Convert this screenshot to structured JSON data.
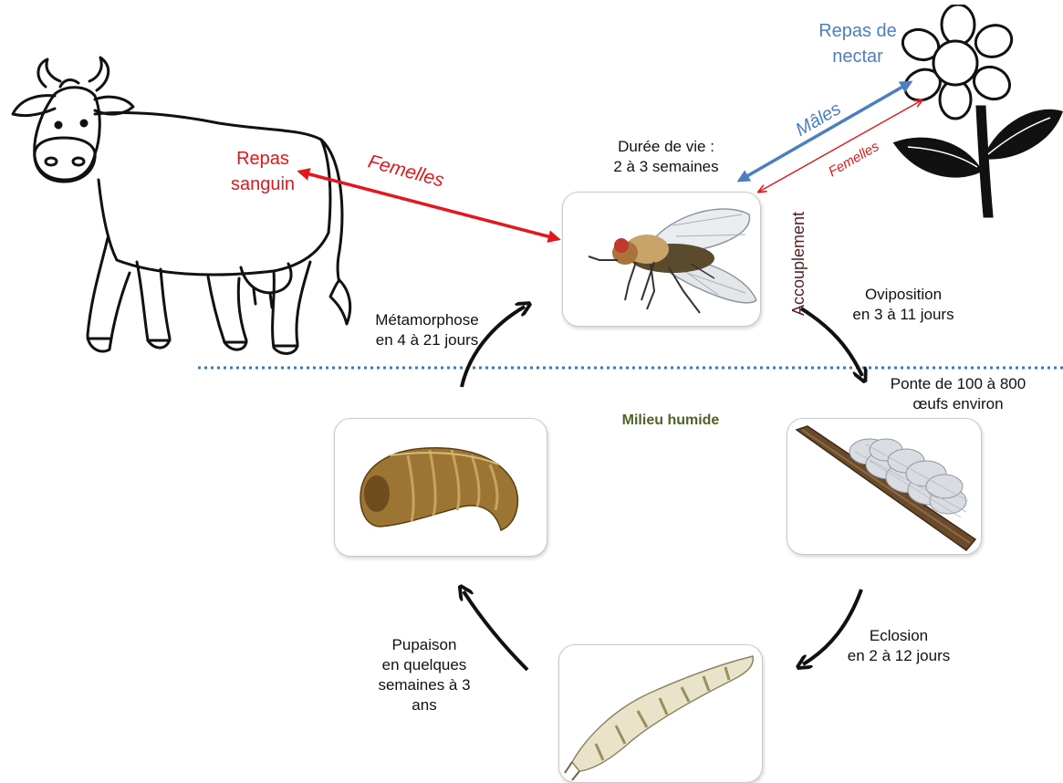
{
  "labels": {
    "blood_meal": [
      "Repas",
      "sanguin"
    ],
    "females_main": "Femelles",
    "nectar_meal": [
      "Repas de",
      "nectar"
    ],
    "males": "Mâles",
    "females_small": "Femelles",
    "lifespan": [
      "Durée de vie :",
      "2 à 3 semaines"
    ],
    "mating": "Accouplement",
    "oviposition": [
      "Oviposition",
      "en 3 à 11 jours"
    ],
    "laying": [
      "Ponte de 100 à 800",
      "œufs environ"
    ],
    "wet_environment": "Milieu humide",
    "hatching": [
      "Eclosion",
      "en 2 à 12 jours"
    ],
    "pupation": [
      "Pupaison",
      "en quelques",
      "semaines à 3",
      "ans"
    ],
    "metamorphosis": [
      "Métamorphose",
      "en 4 à 21 jours"
    ]
  },
  "colors": {
    "blood_arrow": "#e5161c",
    "male_arrow": "#4a7fc2",
    "female_nectar_arrow": "#e5161c",
    "cycle_arrow": "#111111",
    "wet_divider": "#3b7ab8",
    "wet_label": "#4f6228",
    "mating_label": "#5a1e1e"
  }
}
